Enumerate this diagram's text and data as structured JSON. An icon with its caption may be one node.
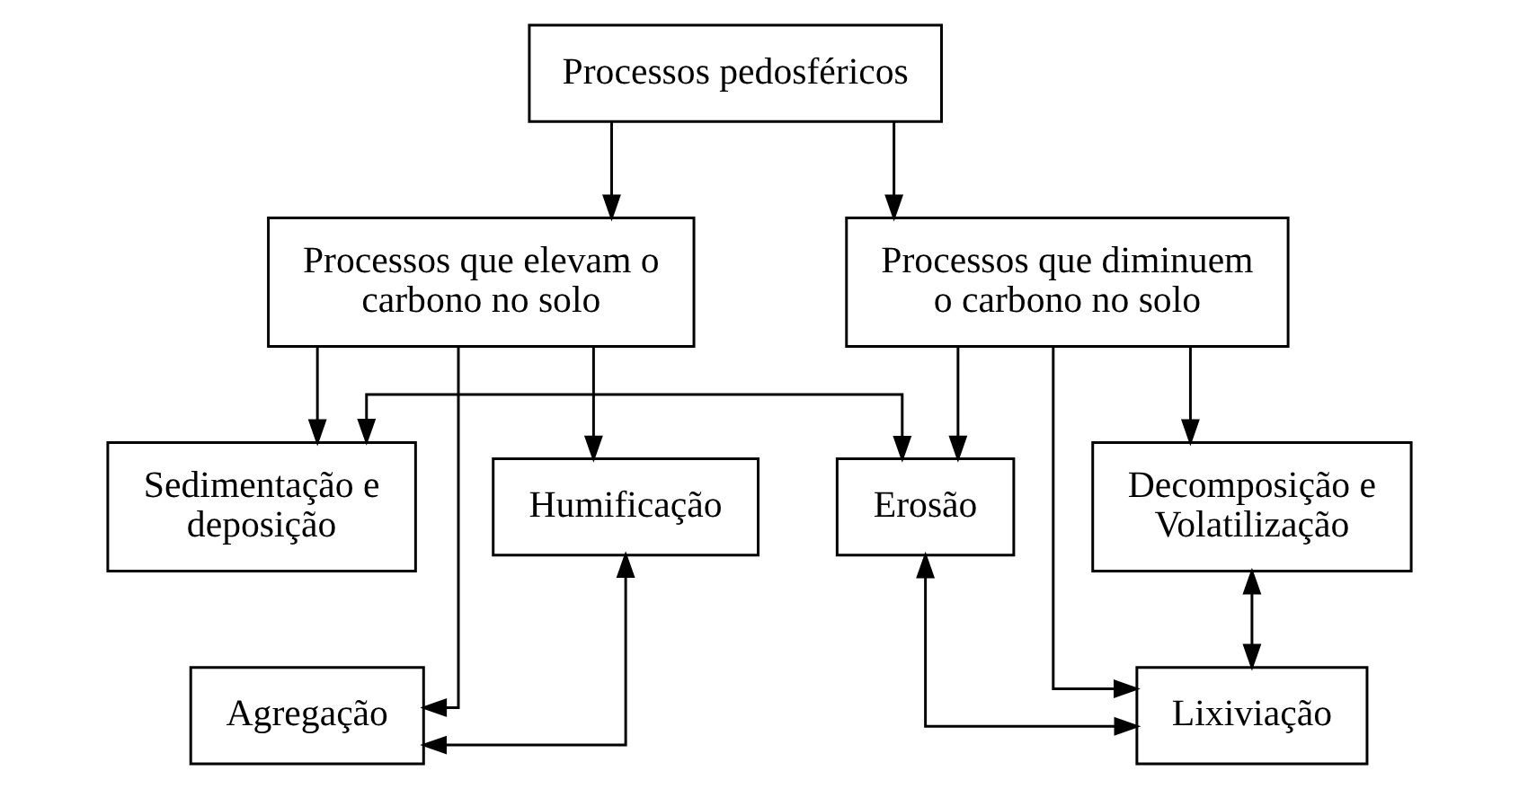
{
  "diagram": {
    "nodes": [
      {
        "text": [
          "Processos pedosféricos"
        ]
      },
      {
        "text": [
          "Processos que elevam o carbono no solo"
        ]
      },
      {
        "text": [
          "Processos que diminuem o carbono no solo"
        ]
      },
      {
        "text": [
          "Humificação"
        ]
      },
      {
        "text": [
          "Sedimentação e deposição"
        ]
      },
      {
        "text": [
          "Agregação"
        ]
      },
      {
        "text": [
          "Erosão"
        ]
      },
      {
        "text": [
          "Decomposição e Volatilização"
        ]
      },
      {
        "text": [
          "Lixiviação"
        ]
      }
    ],
    "edges": [
      {
        "from": 0,
        "to": 1,
        "arrow": "to"
      },
      {
        "from": 0,
        "to": 2,
        "arrow": "to"
      },
      {
        "from": 1,
        "to": 3,
        "arrow": "to"
      },
      {
        "from": 1,
        "to": 4,
        "arrow": "to"
      },
      {
        "from": 1,
        "to": 5,
        "arrow": "to"
      },
      {
        "from": 3,
        "to": 5,
        "arrow": "both"
      },
      {
        "from": 4,
        "to": 6,
        "arrow": "both"
      },
      {
        "from": 2,
        "to": 6,
        "arrow": "to"
      },
      {
        "from": 2,
        "to": 7,
        "arrow": "to"
      },
      {
        "from": 2,
        "to": 8,
        "arrow": "to"
      },
      {
        "from": 6,
        "to": 8,
        "arrow": "both"
      },
      {
        "from": 7,
        "to": 8,
        "arrow": "both"
      }
    ]
  }
}
